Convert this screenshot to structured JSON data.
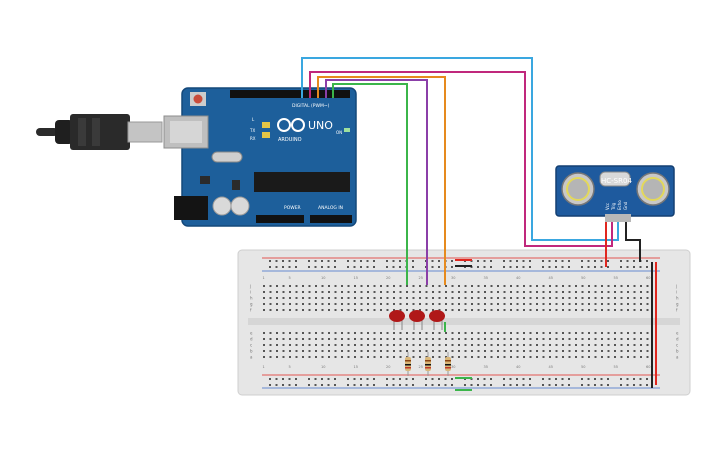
{
  "arduino": {
    "brand": "ARDUINO",
    "model": "UNO",
    "digital_label": "DIGITAL (PWM~)",
    "power_label": "POWER",
    "analog_label": "ANALOG IN",
    "tx_label": "TX",
    "rx_label": "RX",
    "l_label": "L",
    "on_label": "ON"
  },
  "sensor": {
    "model": "HC-SR04",
    "pins": [
      "Vcc",
      "Trig",
      "Echo",
      "Gnd"
    ]
  },
  "breadboard": {
    "row_letters_top": [
      "j",
      "i",
      "h",
      "g",
      "f"
    ],
    "row_letters_bottom": [
      "e",
      "d",
      "c",
      "b",
      "a"
    ],
    "column_numbers": [
      "1",
      "5",
      "10",
      "15",
      "20",
      "25",
      "30",
      "35",
      "40",
      "45",
      "50",
      "55",
      "60"
    ]
  },
  "colors": {
    "board": "#1d5f9b",
    "sensor_board": "#1e5a9e",
    "breadboard": "#e6e6e6",
    "wire_blue": "#3aa7e0",
    "wire_magenta": "#c0287c",
    "wire_orange": "#e68a1e",
    "wire_purple": "#8b3fa8",
    "wire_green": "#3bb54a",
    "wire_red": "#e0271f",
    "wire_black": "#222222",
    "led_red": "#b01818"
  }
}
